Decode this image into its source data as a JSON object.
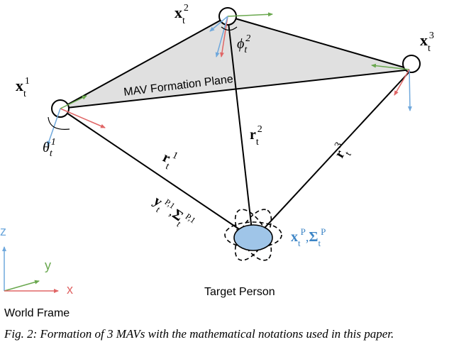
{
  "diagram": {
    "plane_label": "MAV Formation Plane",
    "target_label": "Target Person",
    "world_frame_label": "World Frame",
    "caption": "Fig. 2: Formation of 3 MAVs with the mathematical notations used in this paper.",
    "axes": {
      "z": "z",
      "y": "y",
      "x": "x"
    },
    "mav1": {
      "pos": "x",
      "sub": "t",
      "sup": "1",
      "angle": "θ",
      "angle_sub": "t",
      "angle_sup": "1",
      "range": "r",
      "range_sub": "t",
      "range_sup": "1"
    },
    "mav2": {
      "pos": "x",
      "sub": "t",
      "sup": "2",
      "angle": "ϕ",
      "angle_sub": "t",
      "angle_sup": "2",
      "range": "r",
      "range_sub": "t",
      "range_sup": "2"
    },
    "mav3": {
      "pos": "x",
      "sub": "t",
      "sup": "3",
      "range": "r",
      "range_sub": "t",
      "range_sup": "3"
    },
    "measurement": {
      "y": "y",
      "y_sub": "t",
      "y_sup": "P,1",
      "comma": ",",
      "sigma": "Σ",
      "sigma_sub": "t",
      "sigma_sup": "P,1"
    },
    "target_state": {
      "x": "x",
      "x_sub": "t",
      "x_sup": "P",
      "comma": ",",
      "sigma": "Σ",
      "sigma_sub": "t",
      "sigma_sup": "P"
    },
    "colors": {
      "x_axis": "#e06666",
      "y_axis": "#6aa84f",
      "z_axis": "#6fa8dc",
      "target_fill": "#9fc5e8",
      "target_text": "#3d85c6",
      "plane_fill": "#e0e0e0"
    }
  }
}
